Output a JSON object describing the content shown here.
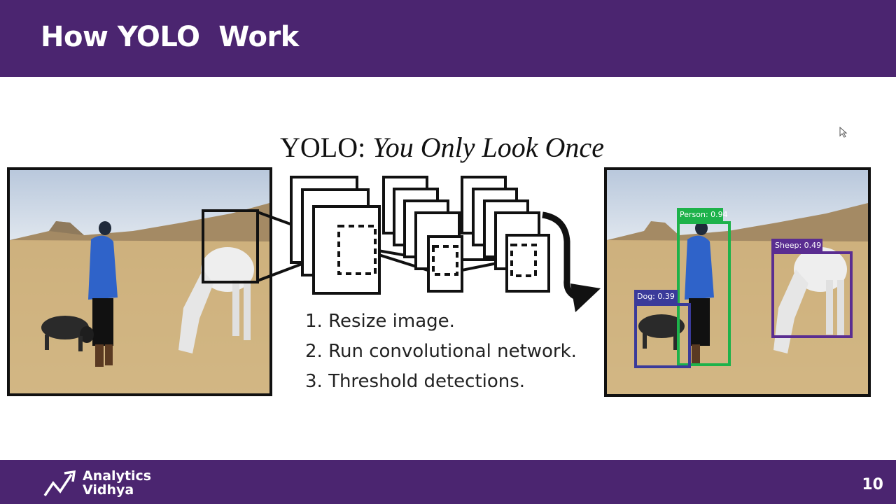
{
  "slide": {
    "title": "How YOLO  Work",
    "page_number": "10"
  },
  "logo": {
    "line1": "Analytics",
    "line2": "Vidhya",
    "icon": "trend-arrow-icon"
  },
  "figure": {
    "title_main": "YOLO: ",
    "title_sub": "You Only Look Once",
    "steps": [
      "1. Resize image.",
      "2. Run convolutional network.",
      "3. Threshold detections."
    ],
    "detections": [
      {
        "label": "Person: 0.94",
        "color": "#1db24a"
      },
      {
        "label": "Sheep: 0.49",
        "color": "#5a2d91"
      },
      {
        "label": "Dog: 0.39",
        "color": "#3a3a9a"
      }
    ]
  },
  "colors": {
    "header_bg": "#4b2570",
    "footer_bg": "#4b2570"
  }
}
